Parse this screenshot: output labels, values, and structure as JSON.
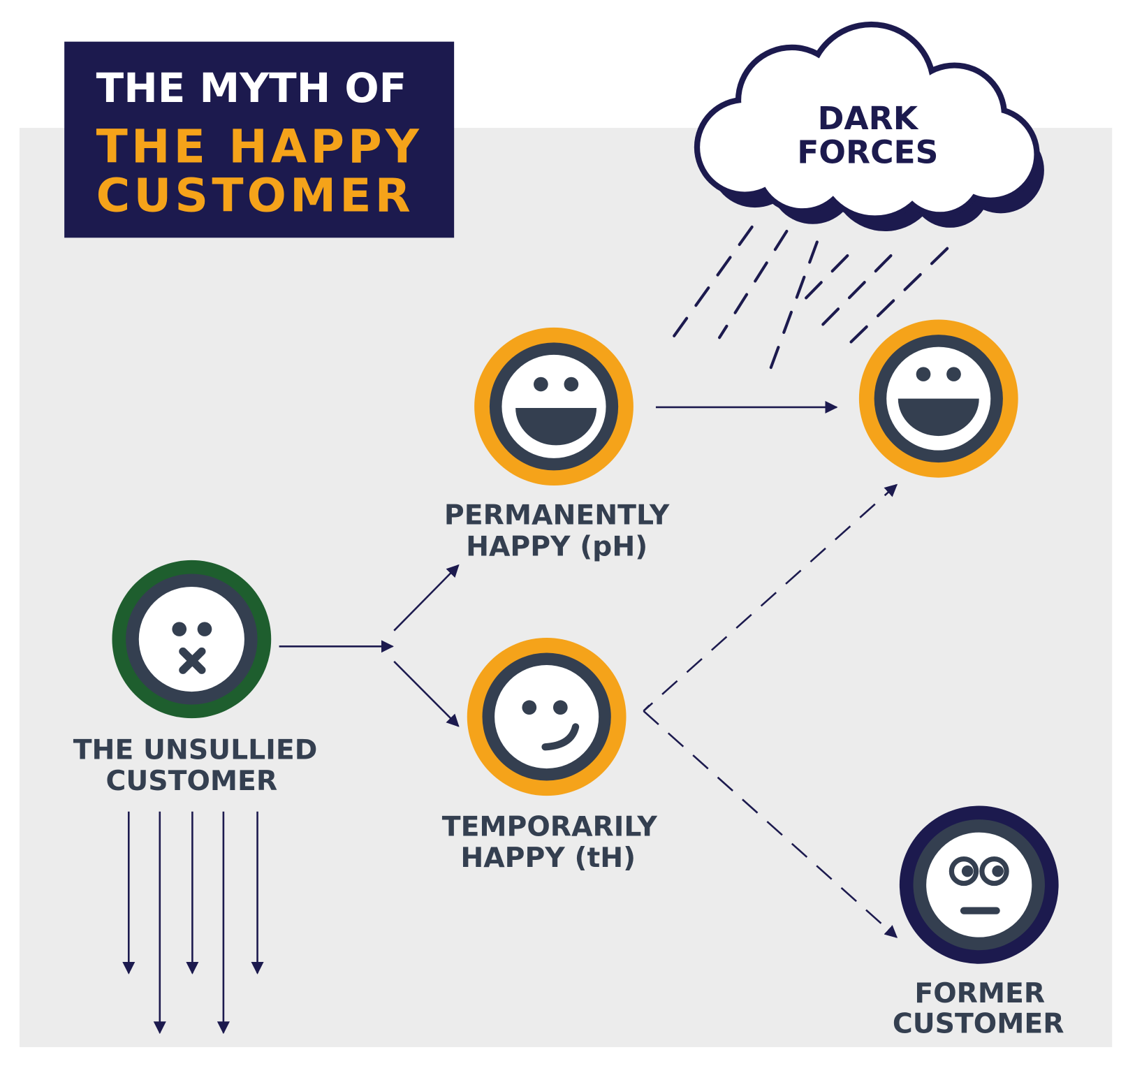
{
  "title": {
    "line1": "THE MYTH OF",
    "line2": "THE HAPPY",
    "line3": "CUSTOMER"
  },
  "cloud": {
    "line1": "DARK",
    "line2": "FORCES"
  },
  "nodes": {
    "unsullied": {
      "line1": "THE UNSULLIED",
      "line2": "CUSTOMER",
      "icon": "mouth-zipped-face-icon"
    },
    "permanently_happy": {
      "line1": "PERMANENTLY",
      "line2": "HAPPY (pH)",
      "icon": "grinning-face-icon"
    },
    "temporarily_happy": {
      "line1": "TEMPORARILY",
      "line2": "HAPPY (tH)",
      "icon": "smirking-face-icon"
    },
    "happy_after_dark_forces": {
      "icon": "grinning-face-icon"
    },
    "former": {
      "line1": "FORMER",
      "line2": "CUSTOMER",
      "icon": "wide-eyed-face-icon"
    }
  },
  "colors": {
    "navy": "#1c1a4e",
    "orange": "#f5a31a",
    "green": "#1e5e2e",
    "slate": "#343f50",
    "panel": "#ececec"
  }
}
